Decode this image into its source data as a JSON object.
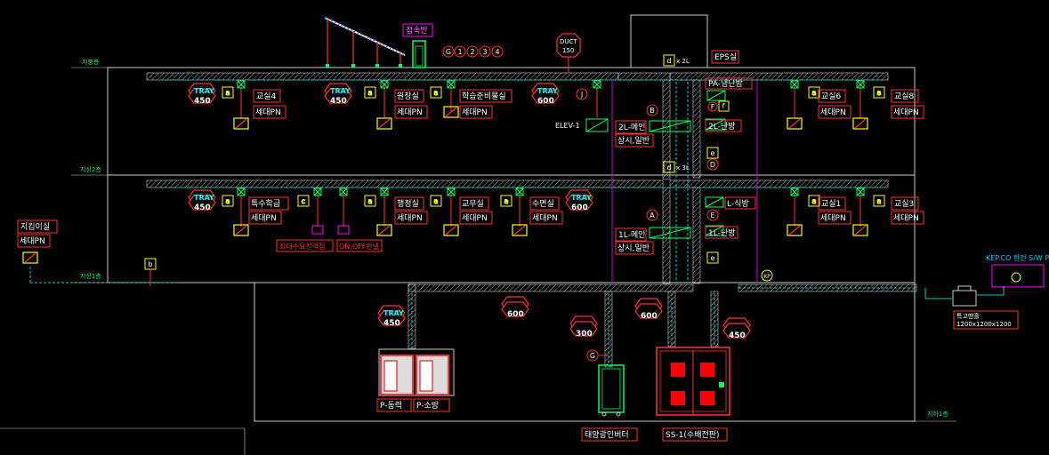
{
  "levels": {
    "roof": "지붕층",
    "floor2": "지상2층",
    "floor1": "지상1층",
    "basement": "지하1층"
  },
  "top": {
    "junction_box": "접속반",
    "duct_title": "DUCT",
    "duct_size": "150",
    "circles": [
      "G",
      "1",
      "2",
      "3",
      "4"
    ],
    "d_label": "d",
    "x2": "x 2L",
    "x3": "x 3L",
    "eps_room": "EPS실"
  },
  "trays": {
    "word": "TRAY",
    "v450": "450",
    "v600": "600",
    "v300": "300"
  },
  "boxes": {
    "a": "a",
    "c": "c",
    "b": "b",
    "e": "e",
    "f": "f"
  },
  "floor2": {
    "rooms": [
      "교실4",
      "원장실",
      "학습준비물실",
      "교실6",
      "교실8"
    ],
    "pn": "세대PN",
    "elev": "ELEV-1",
    "main1": "2L-메인",
    "main2": "상시,일반",
    "pa": "PA-냉난방",
    "heat": "2L-난방",
    "j": "J",
    "b": "B",
    "f": "F",
    "d": "D"
  },
  "floor1": {
    "rooms": [
      "특수학급",
      "행정실",
      "교무실",
      "수면실",
      "교실1",
      "교실3"
    ],
    "pn": "세대PN",
    "main1": "1L-메인",
    "main2": "상시,일반",
    "meal": "L-식방",
    "heat": "1L-난방",
    "a": "A",
    "e": "E",
    "demand": "최대수요전력점",
    "onoff": "ON,OFF판넬"
  },
  "left": {
    "title": "지킴이실",
    "pn": "세대PN"
  },
  "basement": {
    "panels": [
      "P-동력",
      "P-소방"
    ],
    "inverter": "태양광인버터",
    "ss1": "SS-1(수배전판)",
    "g": "G",
    "kp": "KP"
  },
  "right": {
    "kepco": "KEP.CO 한전 S/W PAD",
    "manhole": "특고맨홀",
    "manhole_size": "1200x1200x1200"
  }
}
